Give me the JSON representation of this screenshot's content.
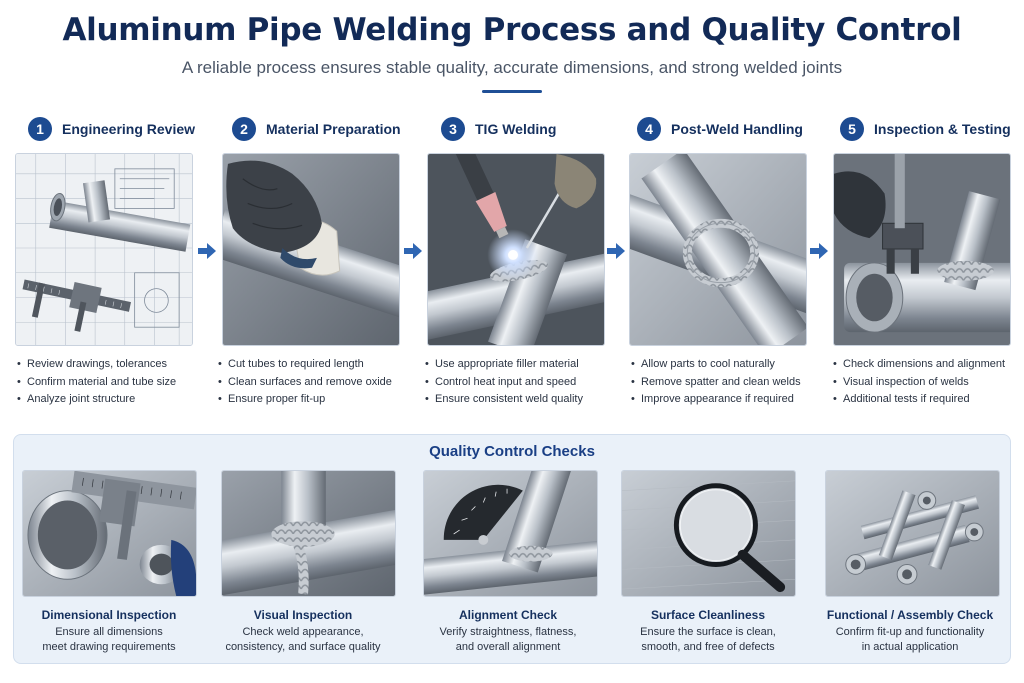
{
  "header": {
    "title": "Aluminum Pipe Welding Process and Quality Control",
    "subtitle": "A reliable process ensures stable quality, accurate dimensions, and strong welded joints"
  },
  "colors": {
    "primary": "#1d4b91",
    "heading": "#122a57",
    "panel": "#eaf1f9",
    "arrow": "#2f66b3"
  },
  "steps": [
    {
      "number": "1",
      "title": "Engineering Review",
      "image_icon": "blueprint-caliper-photo",
      "bullets": [
        "Review drawings, tolerances",
        "Confirm material and tube size",
        "Analyze joint structure"
      ]
    },
    {
      "number": "2",
      "title": "Material Preparation",
      "image_icon": "gloved-hand-cleaning-tube-photo",
      "bullets": [
        "Cut tubes to required length",
        "Clean surfaces and remove oxide",
        "Ensure proper fit-up"
      ]
    },
    {
      "number": "3",
      "title": "TIG Welding",
      "image_icon": "tig-torch-arc-photo",
      "bullets": [
        "Use appropriate filler material",
        "Control heat input and speed",
        "Ensure consistent weld quality"
      ]
    },
    {
      "number": "4",
      "title": "Post-Weld Handling",
      "image_icon": "cross-joint-weld-photo",
      "bullets": [
        "Allow parts to cool naturally",
        "Remove spatter and clean welds",
        "Improve appearance if required"
      ]
    },
    {
      "number": "5",
      "title": "Inspection & Testing",
      "image_icon": "gauge-on-welded-part-photo",
      "bullets": [
        "Check dimensions and alignment",
        "Visual inspection of welds",
        "Additional tests if required"
      ]
    }
  ],
  "quality": {
    "title": "Quality Control Checks",
    "items": [
      {
        "title": "Dimensional Inspection",
        "desc_line1": "Ensure all dimensions",
        "desc_line2": "meet drawing requirements",
        "image_icon": "caliper-measuring-tube-photo"
      },
      {
        "title": "Visual Inspection",
        "desc_line1": "Check weld appearance,",
        "desc_line2": "consistency, and surface quality",
        "image_icon": "weld-bead-closeup-photo"
      },
      {
        "title": "Alignment Check",
        "desc_line1": "Verify straightness, flatness,",
        "desc_line2": "and overall alignment",
        "image_icon": "protractor-angle-check-photo"
      },
      {
        "title": "Surface Cleanliness",
        "desc_line1": "Ensure the surface is clean,",
        "desc_line2": "smooth, and free of defects",
        "image_icon": "magnifying-glass-surface-photo"
      },
      {
        "title": "Functional / Assembly Check",
        "desc_line1": "Confirm fit-up and functionality",
        "desc_line2": "in actual application",
        "image_icon": "welded-frame-assembly-photo"
      }
    ]
  }
}
